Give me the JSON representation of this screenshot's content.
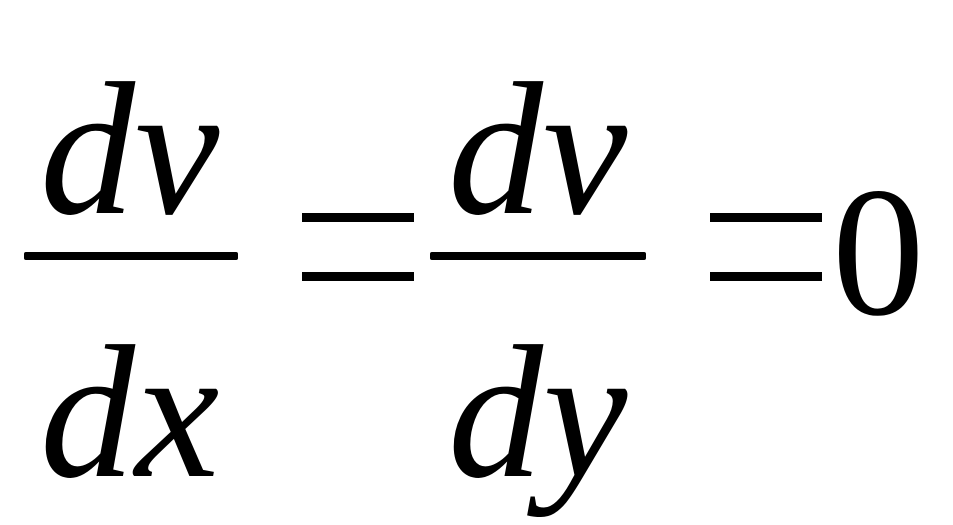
{
  "equation": {
    "fraction1": {
      "numerator": "dv",
      "denominator": "dx"
    },
    "equals1": "=",
    "fraction2": {
      "numerator": "dv",
      "denominator": "dy"
    },
    "equals2": "=",
    "result": "0"
  }
}
